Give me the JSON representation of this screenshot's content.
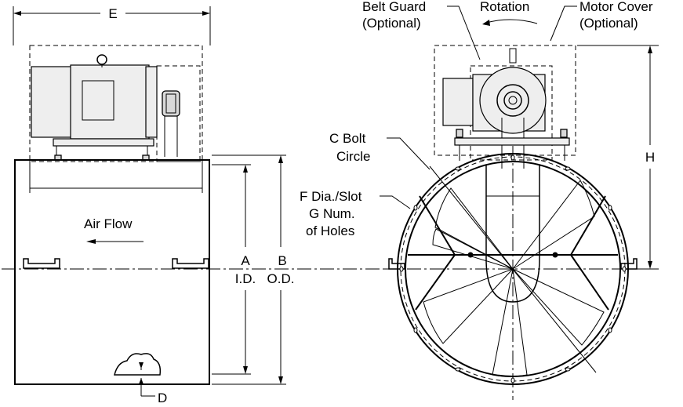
{
  "labels": {
    "dim_e": "E",
    "air_flow": "Air Flow",
    "dim_a": "A",
    "dim_a_sub": "I.D.",
    "dim_b": "B",
    "dim_b_sub": "O.D.",
    "dim_d": "D",
    "belt_guard_1": "Belt Guard",
    "belt_guard_2": "(Optional)",
    "rotation": "Rotation",
    "motor_cover_1": "Motor Cover",
    "motor_cover_2": "(Optional)",
    "bolt_circle_1": "C Bolt",
    "bolt_circle_2": "Circle",
    "holes_1": "F Dia./Slot",
    "holes_2": "G Num.",
    "holes_3": "of Holes",
    "dim_h": "H"
  }
}
